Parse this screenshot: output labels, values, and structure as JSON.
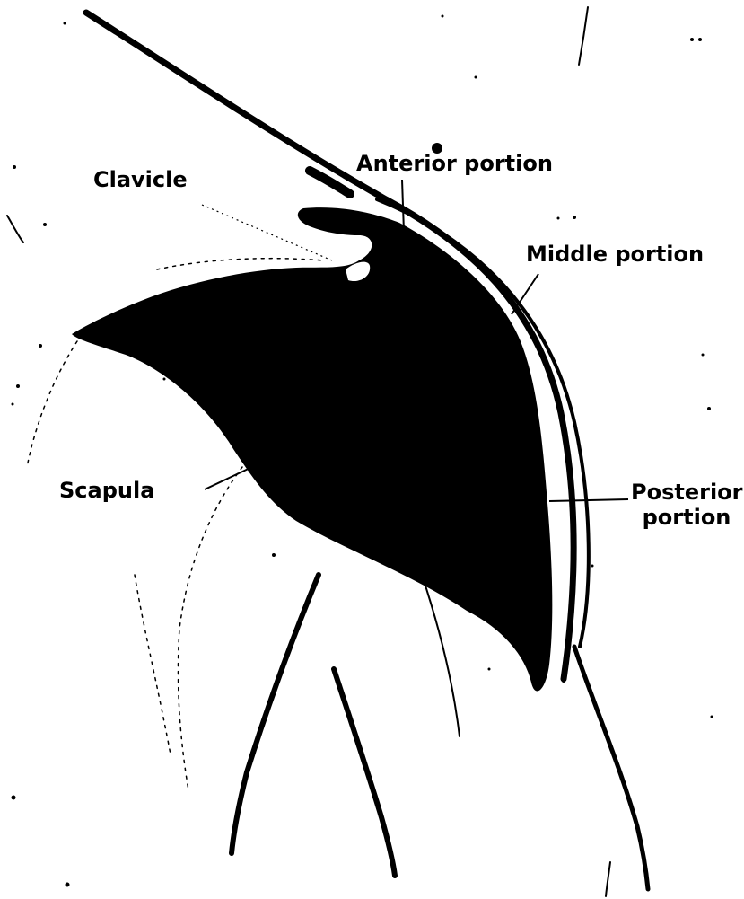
{
  "labels": {
    "clavicle": "Clavicle",
    "anterior": "Anterior portion",
    "middle": "Middle portion",
    "posterior_line1": "Posterior",
    "posterior_line2": "portion",
    "scapula": "Scapula"
  },
  "colors": {
    "ink": "#000000",
    "paper": "#ffffff"
  }
}
